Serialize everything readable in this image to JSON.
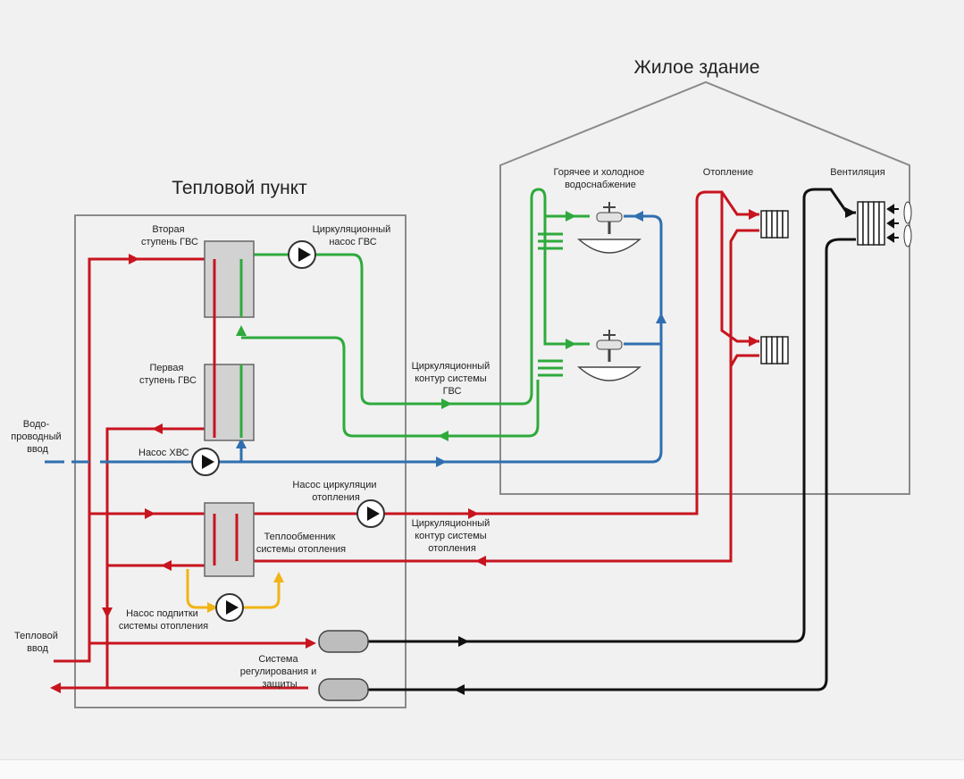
{
  "titles": {
    "building": "Жилое здание",
    "substation": "Тепловой пункт"
  },
  "labels": {
    "dhw_stage2": [
      "Вторая",
      "ступень ГВС"
    ],
    "dhw_stage1": [
      "Первая",
      "ступень ГВС"
    ],
    "circ_pump_dhw": [
      "Циркуляционный",
      "насос ГВС"
    ],
    "cold_pump": "Насос ХВС",
    "water_inlet": [
      "Водо-",
      "проводный",
      "ввод"
    ],
    "heat_inlet": [
      "Тепловой",
      "ввод"
    ],
    "heating_circ_pump": [
      "Насос циркуляции",
      "отопления"
    ],
    "heating_hex": [
      "Теплообменник",
      "системы отопления"
    ],
    "makeup_pump": [
      "Насос подпитки",
      "системы отопления"
    ],
    "control_system": [
      "Система",
      "регулирования и",
      "защиты"
    ],
    "dhw_circuit": [
      "Циркуляционный",
      "контур системы",
      "ГВС"
    ],
    "heating_circuit": [
      "Циркуляционный",
      "контур системы",
      "отопления"
    ],
    "water_supply": [
      "Горячее и холодное",
      "водоснабжение"
    ],
    "heating": "Отопление",
    "ventilation": "Вентиляция"
  },
  "colors": {
    "heat": "#c8141e",
    "hot_water": "#2eaa3c",
    "cold_water": "#2f6fb0",
    "makeup": "#f0b414",
    "control": "#111111",
    "outline": "#8a8a8a",
    "equipment": "#d2d2d2"
  }
}
